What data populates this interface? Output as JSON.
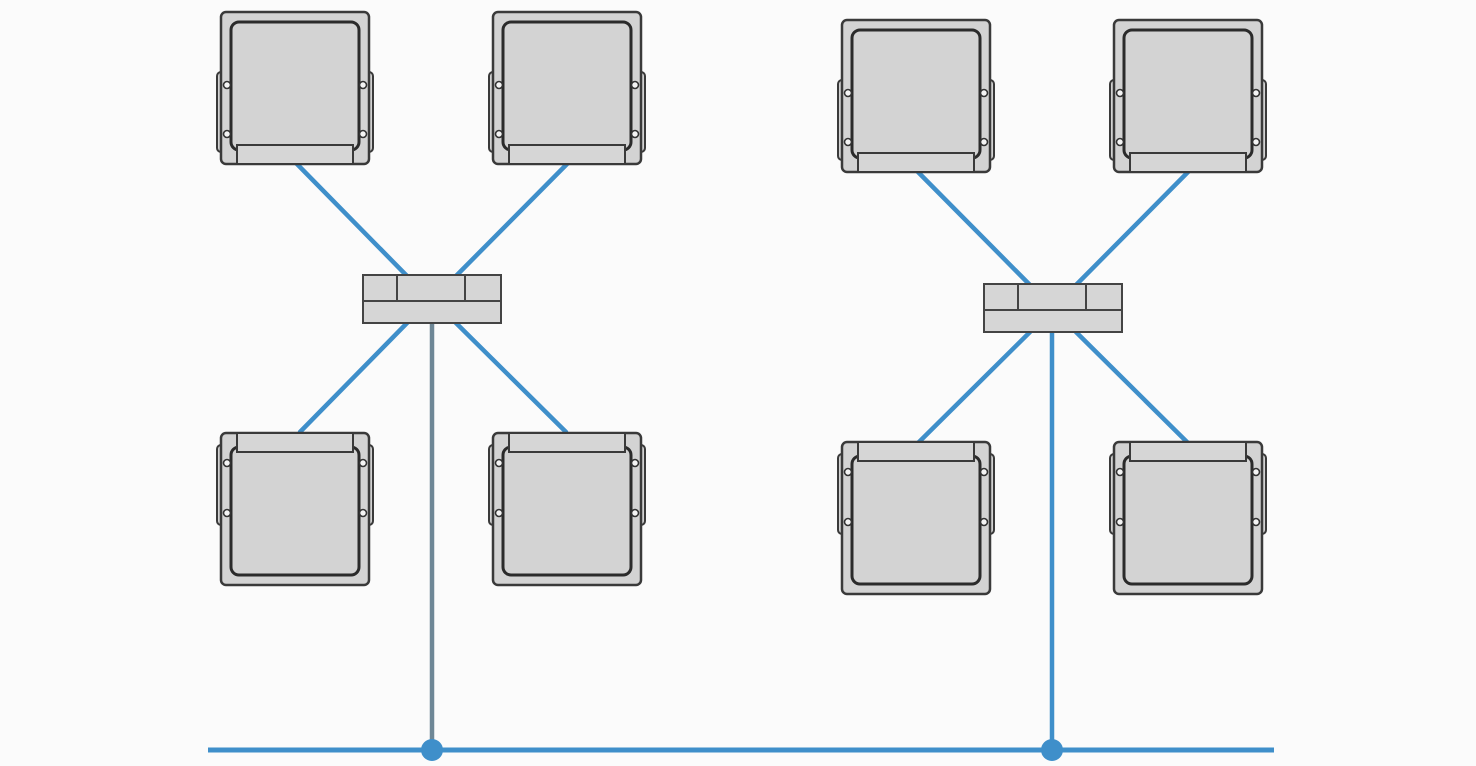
{
  "diagram": {
    "type": "network-topology",
    "colors": {
      "link": "#3f8fca",
      "bus": "#3f8fca",
      "left_drop": "#6e8796",
      "device_fill": "#d3d3d3",
      "device_stroke": "#3a3a3a",
      "background": "#fbfbfb"
    },
    "groups": [
      {
        "id": "left-cluster",
        "hub": "switch",
        "devices": [
          "ecu",
          "ecu",
          "ecu",
          "ecu"
        ]
      },
      {
        "id": "right-cluster",
        "hub": "switch",
        "devices": [
          "ecu",
          "ecu",
          "ecu",
          "ecu"
        ]
      }
    ],
    "icons": {
      "device": "ecu-module-icon",
      "hub": "network-switch-icon",
      "junction": "bus-junction-icon"
    }
  }
}
